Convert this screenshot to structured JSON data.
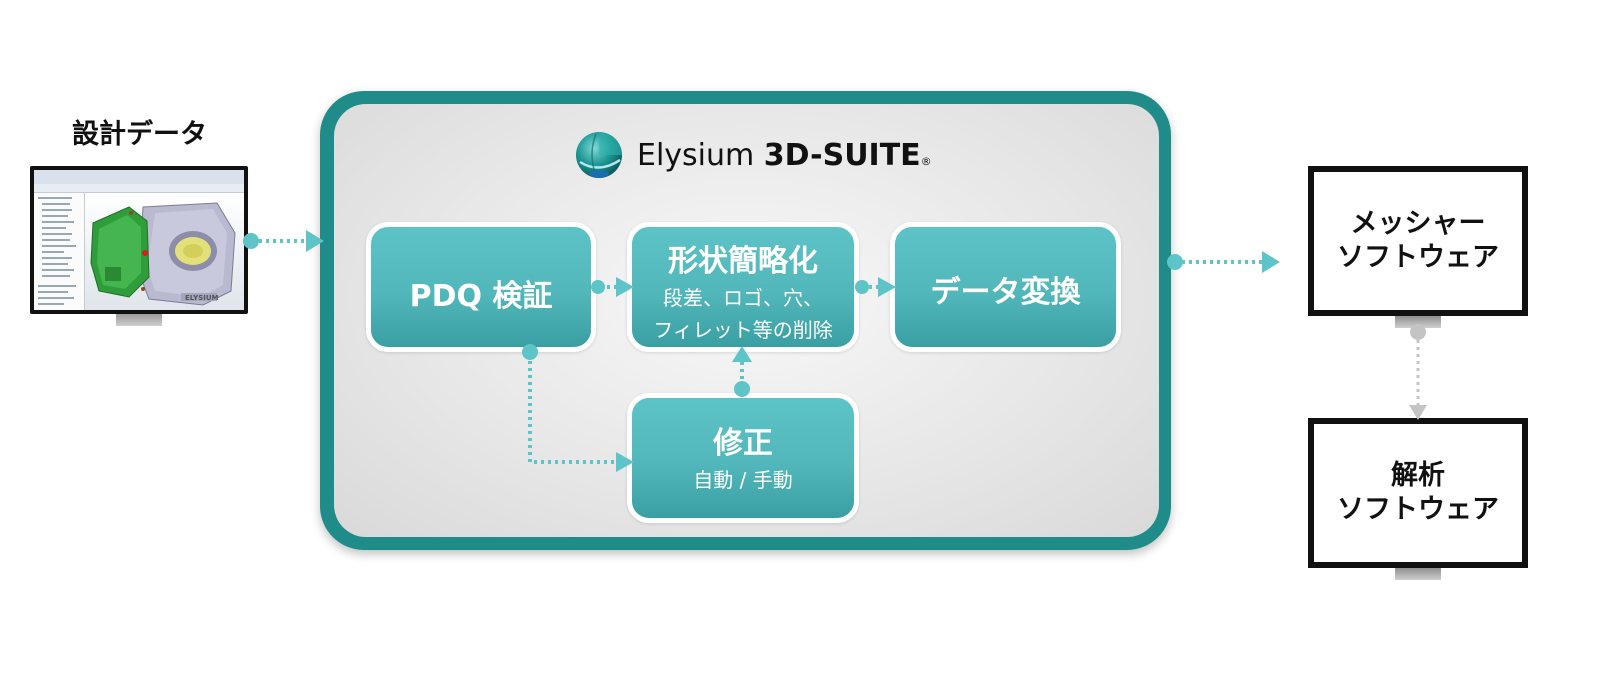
{
  "input": {
    "label": "設計データ"
  },
  "product": {
    "name_regular": "Elysium",
    "name_bold": "3D-SUITE",
    "registered_mark": "®"
  },
  "steps": {
    "pdq": {
      "title": "PDQ 検証"
    },
    "simplify": {
      "title": "形状簡略化",
      "line1": "段差、ロゴ、穴、",
      "line2": "フィレット等の削除"
    },
    "convert": {
      "title": "データ変換"
    },
    "fix": {
      "title": "修正",
      "subtitle": "自動 / 手動"
    }
  },
  "outputs": {
    "mesher": {
      "line1": "メッシャー",
      "line2": "ソフトウェア"
    },
    "analysis": {
      "line1": "解析",
      "line2": "ソフトウェア"
    }
  },
  "colors": {
    "frame": "#1f8c8a",
    "step_fill": "#52b7ba",
    "connector_teal": "#5ec4c7",
    "connector_gray": "#c4c4c4",
    "text_dark": "#111111"
  },
  "icons": {
    "product_logo": "teal-sphere-logo-icon",
    "cad_preview": "cad-throttle-body-icon"
  }
}
